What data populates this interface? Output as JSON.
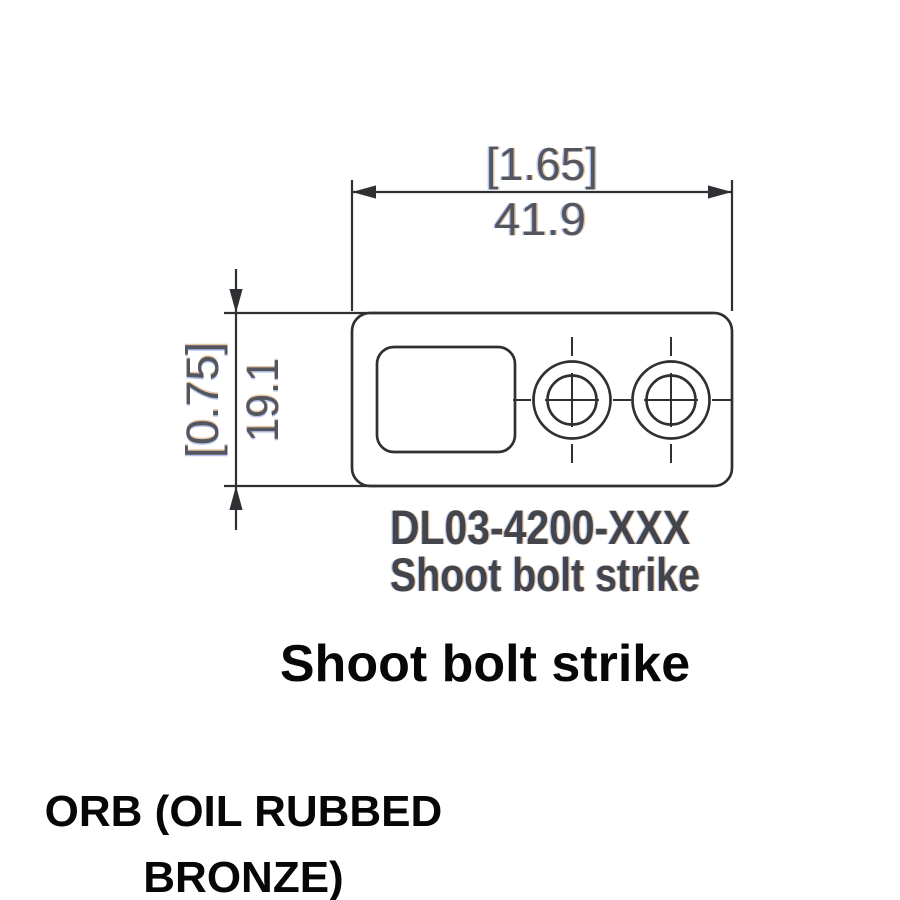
{
  "drawing": {
    "dim_width_bracket_in": "[1.65]",
    "dim_width_mm": "41.9",
    "dim_height_bracket_in": "[0.75]",
    "dim_height_mm": "19.1",
    "part_number": "DL03-4200-XXX",
    "part_caption": "Shoot bolt strike"
  },
  "product": {
    "title": "Shoot bolt strike",
    "finish_line1": "ORB (OIL RUBBED",
    "finish_line2": "BRONZE)"
  },
  "colors": {
    "background": "#ffffff",
    "line": "#2e3033",
    "dim_text": "#53565f",
    "part_label_text": "#43454b",
    "title_text": "#070707"
  }
}
